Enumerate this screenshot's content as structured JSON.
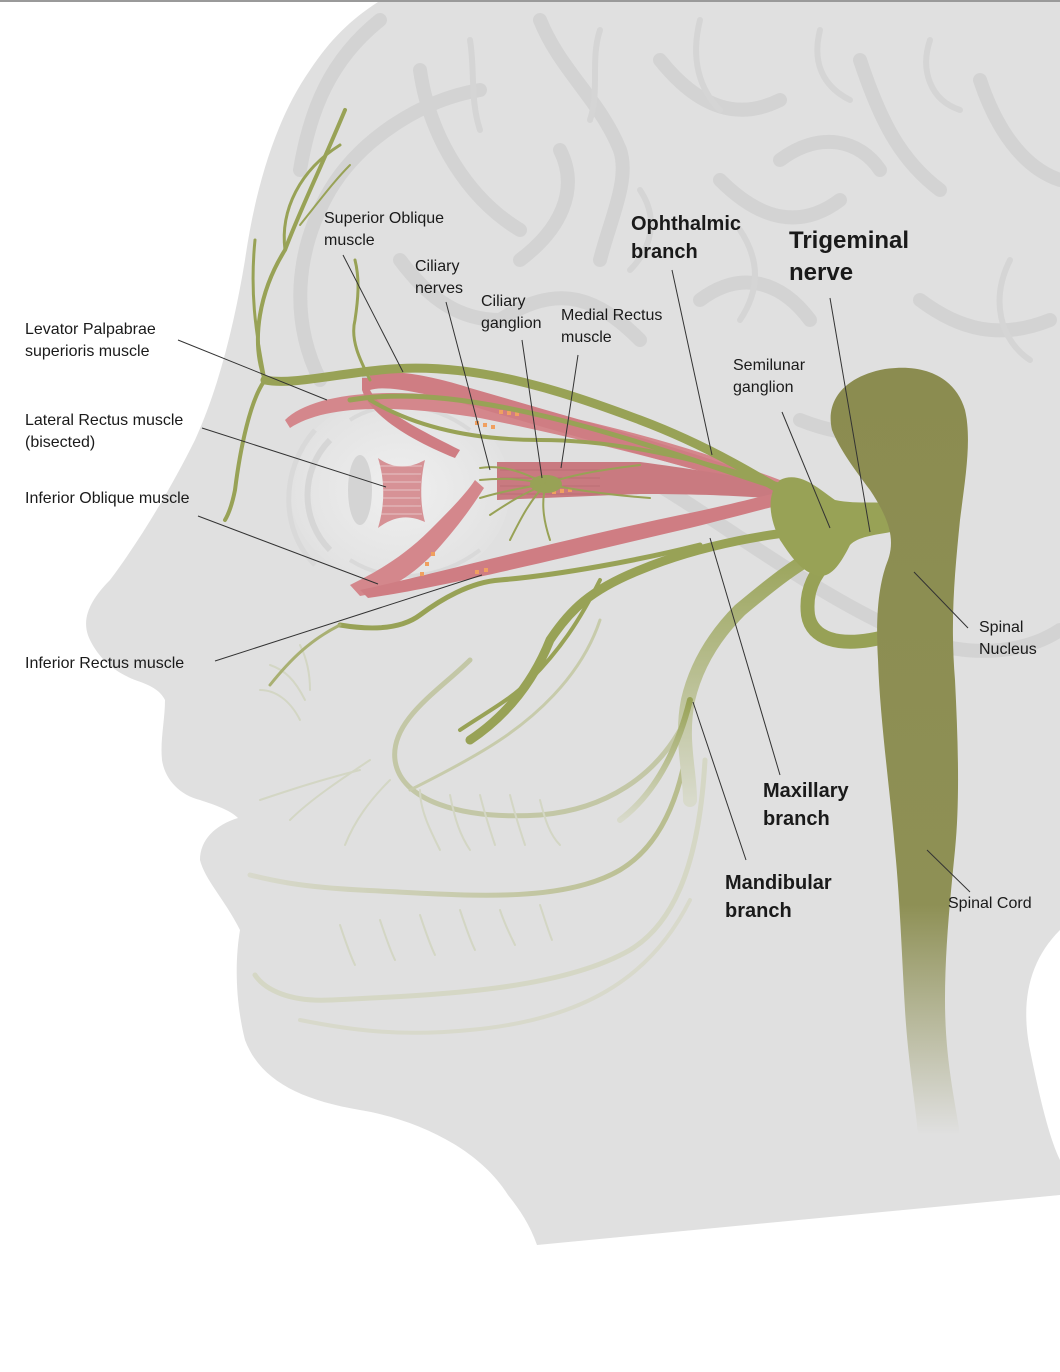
{
  "diagram": {
    "subject": "Trigeminal nerve anatomy (lateral view of head)",
    "colors": {
      "skin": "#e0e0e0",
      "brain_sulci": "#d2d2d2",
      "nerve": "#98a256",
      "spinal": "#8b8c50",
      "muscle": "#d4878c",
      "muscle_dark": "#c07076",
      "highlight": "#f0a060",
      "leader_line": "#333333",
      "label_text": "#1a1a1a"
    },
    "labels": {
      "trigeminal": {
        "line1": "Trigeminal",
        "line2": "nerve"
      },
      "ophthalmic": {
        "line1": "Ophthalmic",
        "line2": "branch"
      },
      "maxillary": {
        "line1": "Maxillary",
        "line2": "branch"
      },
      "mandibular": {
        "line1": "Mandibular",
        "line2": "branch"
      },
      "superior_oblique": {
        "line1": "Superior Oblique",
        "line2": "muscle"
      },
      "ciliary_nerves": {
        "line1": "Ciliary",
        "line2": "nerves"
      },
      "ciliary_ganglion": {
        "line1": "Ciliary",
        "line2": "ganglion"
      },
      "medial_rectus": {
        "line1": "Medial Rectus",
        "line2": "muscle"
      },
      "semilunar_ganglion": {
        "line1": "Semilunar",
        "line2": "ganglion"
      },
      "levator": {
        "line1": "Levator Palpabrae",
        "line2": "superioris muscle"
      },
      "lateral_rectus": {
        "line1": "Lateral Rectus muscle",
        "line2": "(bisected)"
      },
      "inferior_oblique": {
        "line1": "Inferior Oblique muscle"
      },
      "inferior_rectus": {
        "line1": "Inferior Rectus muscle"
      },
      "spinal_nucleus": {
        "line1": "Spinal",
        "line2": "Nucleus"
      },
      "spinal_cord": {
        "line1": "Spinal Cord"
      }
    }
  }
}
